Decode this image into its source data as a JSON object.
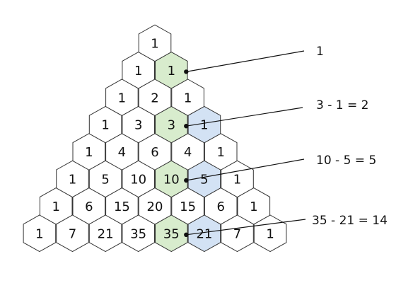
{
  "rows": [
    [
      "1"
    ],
    [
      "1",
      "1"
    ],
    [
      "1",
      "2",
      "1"
    ],
    [
      "1",
      "3",
      "3",
      "1"
    ],
    [
      "1",
      "4",
      "6",
      "4",
      "1"
    ],
    [
      "1",
      "5",
      "10",
      "10",
      "5",
      "1"
    ],
    [
      "1",
      "6",
      "15",
      "20",
      "15",
      "6",
      "1"
    ],
    [
      "1",
      "7",
      "21",
      "35",
      "35",
      "21",
      "7",
      "1"
    ]
  ],
  "highlights": {
    "green": [
      [
        1,
        1
      ],
      [
        3,
        2
      ],
      [
        5,
        3
      ],
      [
        7,
        4
      ]
    ],
    "blue": [
      [
        3,
        3
      ],
      [
        5,
        4
      ],
      [
        7,
        5
      ]
    ]
  },
  "colors": {
    "green": "#d8eccd",
    "blue": "#d3e2f4",
    "default": "#ffffff"
  },
  "annotations": [
    {
      "text": "1",
      "row": 1,
      "col": 1
    },
    {
      "text": "3 - 1 = 2",
      "row": 3,
      "col": 2
    },
    {
      "text": "10 - 5 = 5",
      "row": 5,
      "col": 3
    },
    {
      "text": "35 - 21 = 14",
      "row": 7,
      "col": 4
    }
  ]
}
